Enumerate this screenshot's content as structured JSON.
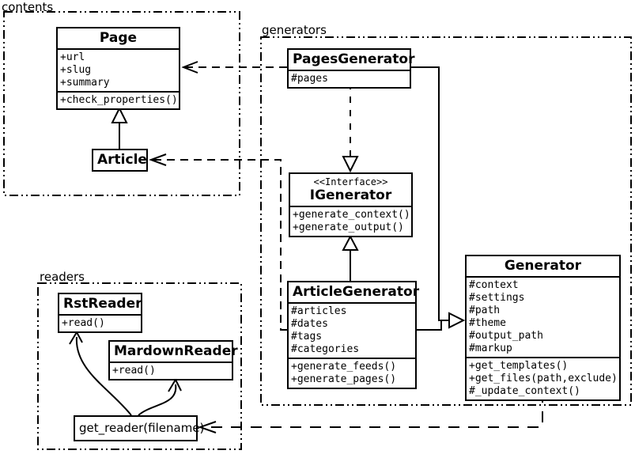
{
  "diagram": {
    "background": "#ffffff",
    "stroke_color": "#000000",
    "packages": {
      "contents": {
        "label": "contents"
      },
      "generators": {
        "label": "generators"
      },
      "readers": {
        "label": "readers"
      }
    },
    "classes": {
      "page": {
        "name": "Page",
        "attributes": [
          "+url",
          "+slug",
          "+summary"
        ],
        "methods": [
          "+check_properties()"
        ]
      },
      "article": {
        "name": "Article"
      },
      "pages_generator": {
        "name": "PagesGenerator",
        "attributes": [
          "#pages"
        ]
      },
      "igenerator": {
        "stereotype": "<<Interface>>",
        "name": "IGenerator",
        "methods": [
          "+generate_context()",
          "+generate_output()"
        ]
      },
      "article_generator": {
        "name": "ArticleGenerator",
        "attributes": [
          "#articles",
          "#dates",
          "#tags",
          "#categories"
        ],
        "methods": [
          "+generate_feeds()",
          "+generate_pages()"
        ]
      },
      "generator": {
        "name": "Generator",
        "attributes": [
          "#context",
          "#settings",
          "#path",
          "#theme",
          "#output_path",
          "#markup"
        ],
        "methods": [
          "+get_templates()",
          "+get_files(path,exclude)",
          "#_update_context()"
        ]
      },
      "rst_reader": {
        "name": "RstReader",
        "methods": [
          "+read()"
        ]
      },
      "mardown_reader": {
        "name": "MardownReader",
        "methods": [
          "+read()"
        ]
      },
      "get_reader": {
        "name": "get_reader(filename)"
      }
    },
    "relationships": [
      {
        "from": "Article",
        "to": "Page",
        "type": "inheritance"
      },
      {
        "from": "PagesGenerator",
        "to": "Page",
        "type": "dependency"
      },
      {
        "from": "ArticleGenerator",
        "to": "Article",
        "type": "dependency"
      },
      {
        "from": "PagesGenerator",
        "to": "IGenerator",
        "type": "realization"
      },
      {
        "from": "ArticleGenerator",
        "to": "IGenerator",
        "type": "inheritance"
      },
      {
        "from": "PagesGenerator",
        "to": "Generator",
        "type": "inheritance"
      },
      {
        "from": "ArticleGenerator",
        "to": "Generator",
        "type": "inheritance"
      },
      {
        "from": "Generator",
        "to": "get_reader(filename)",
        "type": "dependency"
      },
      {
        "from": "get_reader(filename)",
        "to": "RstReader",
        "type": "arrow"
      },
      {
        "from": "get_reader(filename)",
        "to": "MardownReader",
        "type": "arrow"
      }
    ]
  }
}
